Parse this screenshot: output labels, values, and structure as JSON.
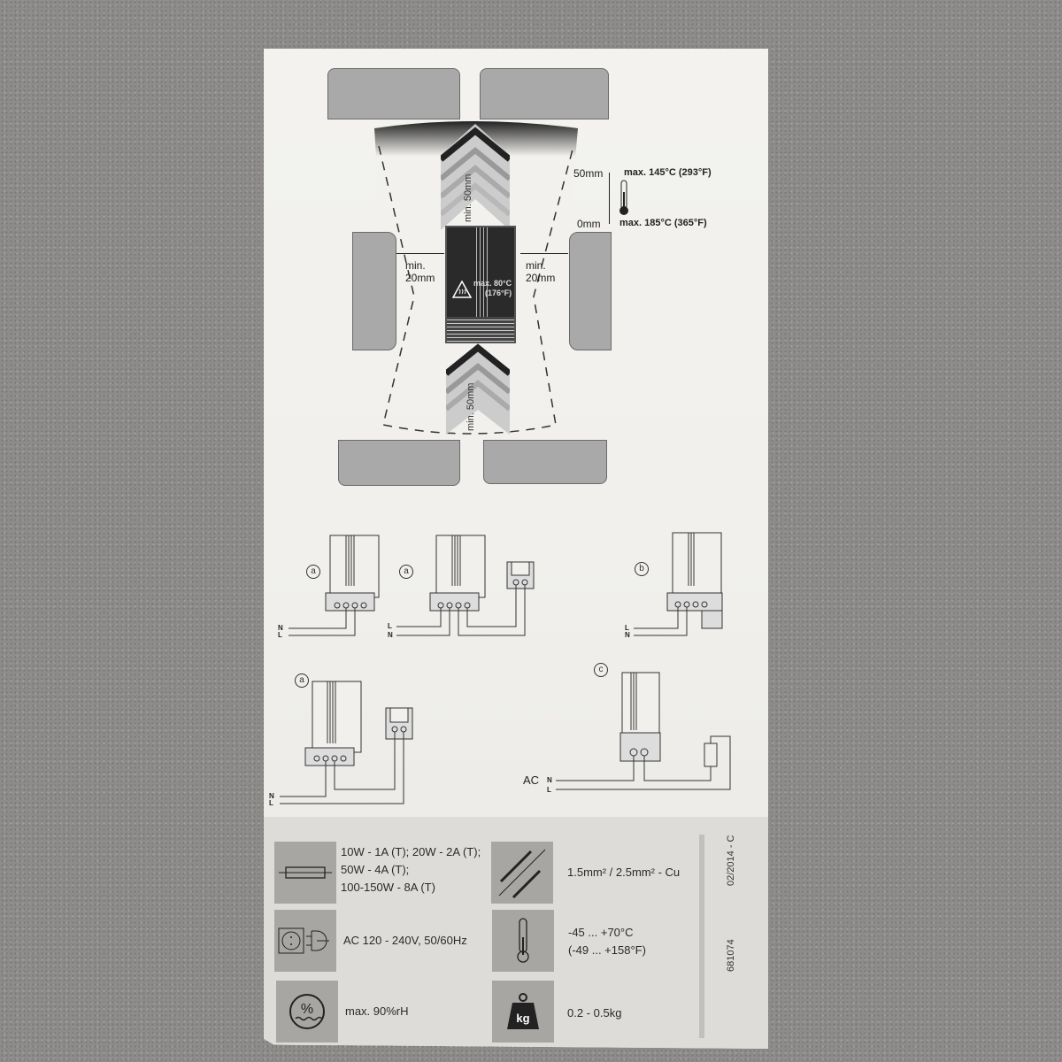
{
  "document": {
    "type": "heater installation leaflet",
    "clearance_diagram": {
      "top_clearance": "min. 50mm",
      "bottom_clearance": "min. 50mm",
      "left_clearance": [
        "min.",
        "20mm"
      ],
      "right_clearance": [
        "min.",
        "20mm"
      ],
      "surface_temp": [
        "max. 80°C",
        "(176°F)"
      ],
      "scale_top": "50mm",
      "scale_bottom": "0mm",
      "temp_at_50mm": "max. 145°C (293°F)",
      "temp_at_0mm": "max. 185°C (365°F)"
    },
    "wiring_diagrams": [
      {
        "variant": "a",
        "lines": [
          "N",
          "L"
        ],
        "thermostat": false
      },
      {
        "variant": "a",
        "lines": [
          "L",
          "N"
        ],
        "thermostat": true
      },
      {
        "variant": "b",
        "lines": [
          "L",
          "N"
        ],
        "thermostat": true
      },
      {
        "variant": "a",
        "lines": [
          "N",
          "L"
        ],
        "thermostat": true
      },
      {
        "variant": "c",
        "lines": [
          "N",
          "L"
        ],
        "supply": "AC",
        "thermostat": true
      }
    ],
    "specs": [
      {
        "icon": "fuse-icon",
        "lines": [
          "10W - 1A (T); 20W - 2A (T);",
          "50W - 4A (T);",
          "100-150W - 8A (T)"
        ]
      },
      {
        "icon": "wire-icon",
        "lines": [
          "1.5mm² / 2.5mm² - Cu"
        ]
      },
      {
        "icon": "power-plug-icon",
        "lines": [
          "AC 120 - 240V, 50/60Hz"
        ]
      },
      {
        "icon": "thermometer-icon",
        "lines": [
          "-45 ... +70°C",
          "(-49 ... +158°F)"
        ]
      },
      {
        "icon": "humidity-icon",
        "lines": [
          "max. 90%rH"
        ]
      },
      {
        "icon": "weight-icon",
        "lines": [
          "0.2 - 0.5kg"
        ],
        "icon_text": "kg"
      }
    ],
    "side_codes": {
      "date": "02/2014 - C",
      "part_no": "681074"
    }
  }
}
